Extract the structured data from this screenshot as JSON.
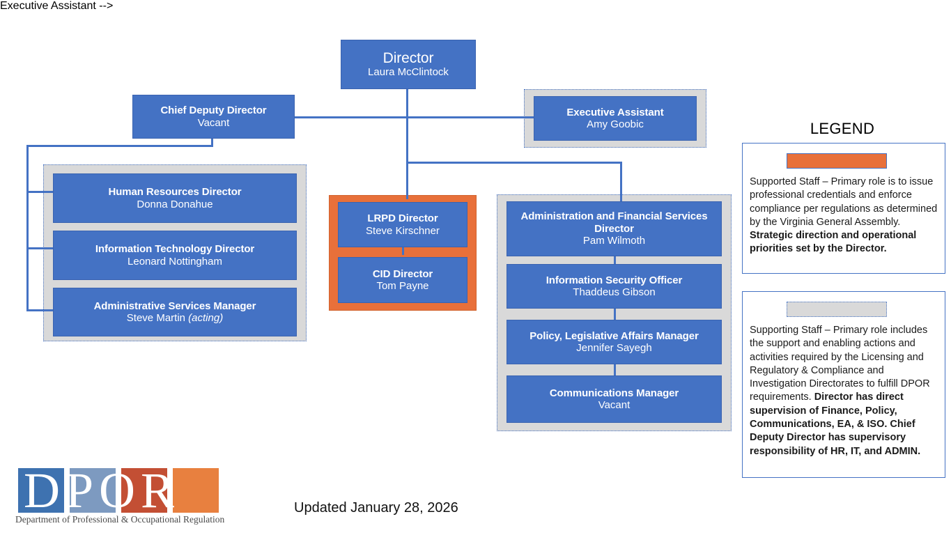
{
  "colors": {
    "node_blue": "#4472C4",
    "supporting_gray": "#D9D9D9",
    "supported_orange": "#E8703A",
    "connector_blue": "#4472C4",
    "logo_blue": "#3E72B0",
    "logo_light_blue": "#7D9AC0",
    "logo_dark_orange": "#C34F34",
    "logo_orange": "#E8803F"
  },
  "nodes": {
    "director": {
      "title": "Director",
      "name": "Laura McClintock"
    },
    "chief_deputy": {
      "title": "Chief Deputy Director",
      "name": "Vacant"
    },
    "exec_assistant": {
      "title": "Executive Assistant",
      "name": "Amy Goobic"
    },
    "hr_director": {
      "title": "Human Resources Director",
      "name": "Donna Donahue"
    },
    "it_director": {
      "title": "Information Technology Director",
      "name": "Leonard Nottingham"
    },
    "admin_svc_mgr": {
      "title": "Administrative Services Manager",
      "name": "Steve Martin ",
      "name_italic": "(acting)"
    },
    "lrpd_director": {
      "title": "LRPD Director",
      "name": "Steve Kirschner"
    },
    "cid_director": {
      "title": "CID Director",
      "name": "Tom Payne"
    },
    "afs_director": {
      "title": "Administration and Financial Services Director",
      "name": "Pam Wilmoth"
    },
    "iso": {
      "title": "Information Security Officer",
      "name": "Thaddeus Gibson"
    },
    "policy_mgr": {
      "title": "Policy, Legislative Affairs Manager",
      "name": "Jennifer Sayegh"
    },
    "comms_mgr": {
      "title": "Communications Manager",
      "name": "Vacant"
    }
  },
  "legend": {
    "title": "LEGEND",
    "items": [
      {
        "swatch": "orange",
        "swatch_color": "#E8703A",
        "text_regular": "Supported Staff – Primary role is to issue professional credentials and enforce compliance per regulations as determined by the Virginia General Assembly.  ",
        "text_bold": "Strategic direction and operational priorities set by the Director."
      },
      {
        "swatch": "gray",
        "swatch_color": "#D9D9D9",
        "text_regular": "Supporting Staff – Primary role includes the support and enabling actions and activities required by the Licensing and Regulatory & Compliance and Investigation Directorates to fulfill DPOR requirements. ",
        "text_bold": "Director has direct supervision of Finance, Policy, Communications, EA, & ISO. Chief Deputy Director has supervisory responsibility of HR, IT, and ADMIN."
      }
    ]
  },
  "footer": {
    "updated": "Updated January 28, 2026"
  },
  "logo": {
    "letters": "DPOR",
    "tagline": "Department of Professional & Occupational Regulation"
  }
}
